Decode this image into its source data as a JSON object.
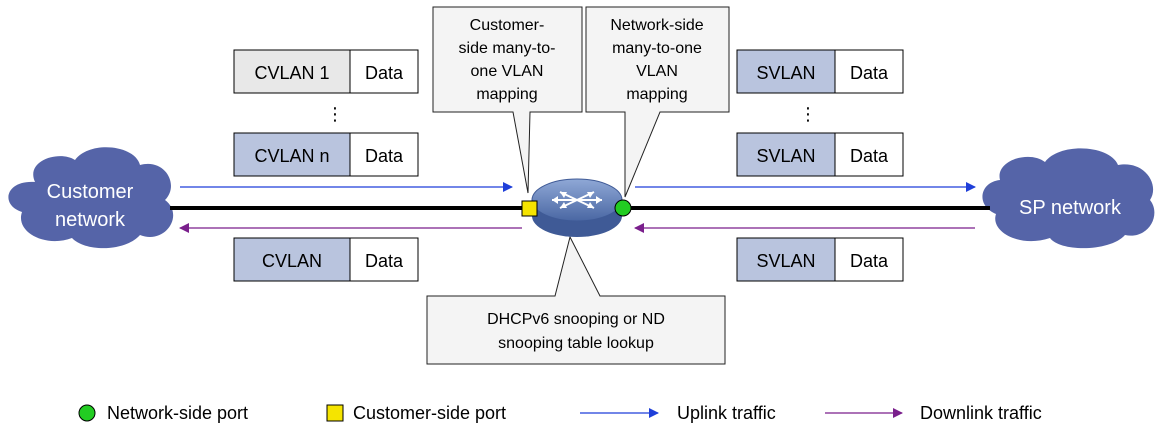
{
  "colors": {
    "cloud": "#5564a8",
    "frame_header_gray": "#e8e8e8",
    "frame_header_blue": "#b9c4de",
    "uplink": "#1f3fd9",
    "downlink": "#7a1f8c",
    "network_port": "#22cc22",
    "customer_port": "#f5e400",
    "switch": "#5e7fba",
    "callout_fill": "#f4f4f4"
  },
  "clouds": {
    "customer": {
      "line1": "Customer",
      "line2": "network"
    },
    "sp": {
      "label": "SP network"
    }
  },
  "callouts": {
    "customer_side": [
      "Customer-",
      "side many-to-",
      "one VLAN",
      "mapping"
    ],
    "network_side": [
      "Network-side",
      "many-to-one",
      "VLAN",
      "mapping"
    ],
    "lookup": [
      "DHCPv6 snooping or ND",
      "snooping table lookup"
    ]
  },
  "frames": {
    "cvlan1": {
      "header": "CVLAN 1",
      "payload": "Data"
    },
    "cvlan_n": {
      "header": "CVLAN n",
      "payload": "Data"
    },
    "cvlan_down": {
      "header": "CVLAN",
      "payload": "Data"
    },
    "svlan_top": {
      "header": "SVLAN",
      "payload": "Data"
    },
    "svlan_mid": {
      "header": "SVLAN",
      "payload": "Data"
    },
    "svlan_down": {
      "header": "SVLAN",
      "payload": "Data"
    }
  },
  "ellipsis": "⋮",
  "legend": {
    "network_port": "Network-side port",
    "customer_port": "Customer-side port",
    "uplink": "Uplink traffic",
    "downlink": "Downlink traffic"
  }
}
